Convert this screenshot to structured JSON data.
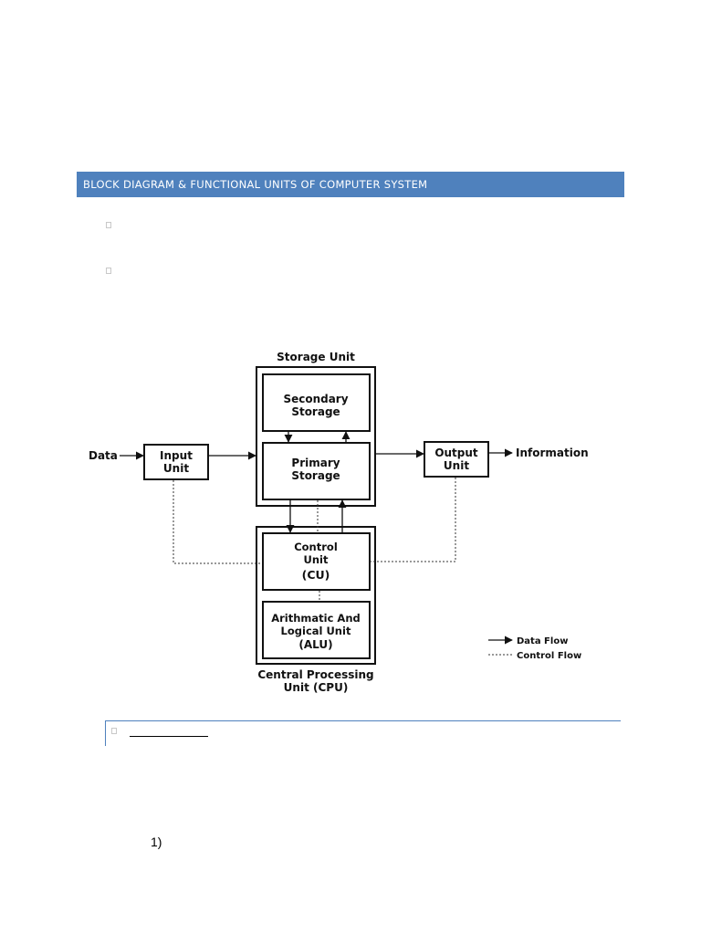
{
  "heading": "BLOCK DIAGRAM & FUNCTIONAL UNITS OF COMPUTER SYSTEM",
  "diagram": {
    "storage_unit": "Storage Unit",
    "secondary_storage": [
      "Secondary",
      "Storage"
    ],
    "primary_storage": [
      "Primary",
      "Storage"
    ],
    "input_unit": [
      "Input",
      "Unit"
    ],
    "output_unit": [
      "Output",
      "Unit"
    ],
    "data_label": "Data",
    "information_label": "Information",
    "control_unit": [
      "Control",
      "Unit",
      "(CU)"
    ],
    "alu": [
      "Arithmatic And",
      "Logical Unit",
      "(ALU)"
    ],
    "cpu": [
      "Central Processing",
      "Unit (CPU)"
    ],
    "legend": {
      "data_flow": "Data Flow",
      "control_flow": "Control Flow"
    }
  },
  "list": {
    "first_number": "1)"
  }
}
